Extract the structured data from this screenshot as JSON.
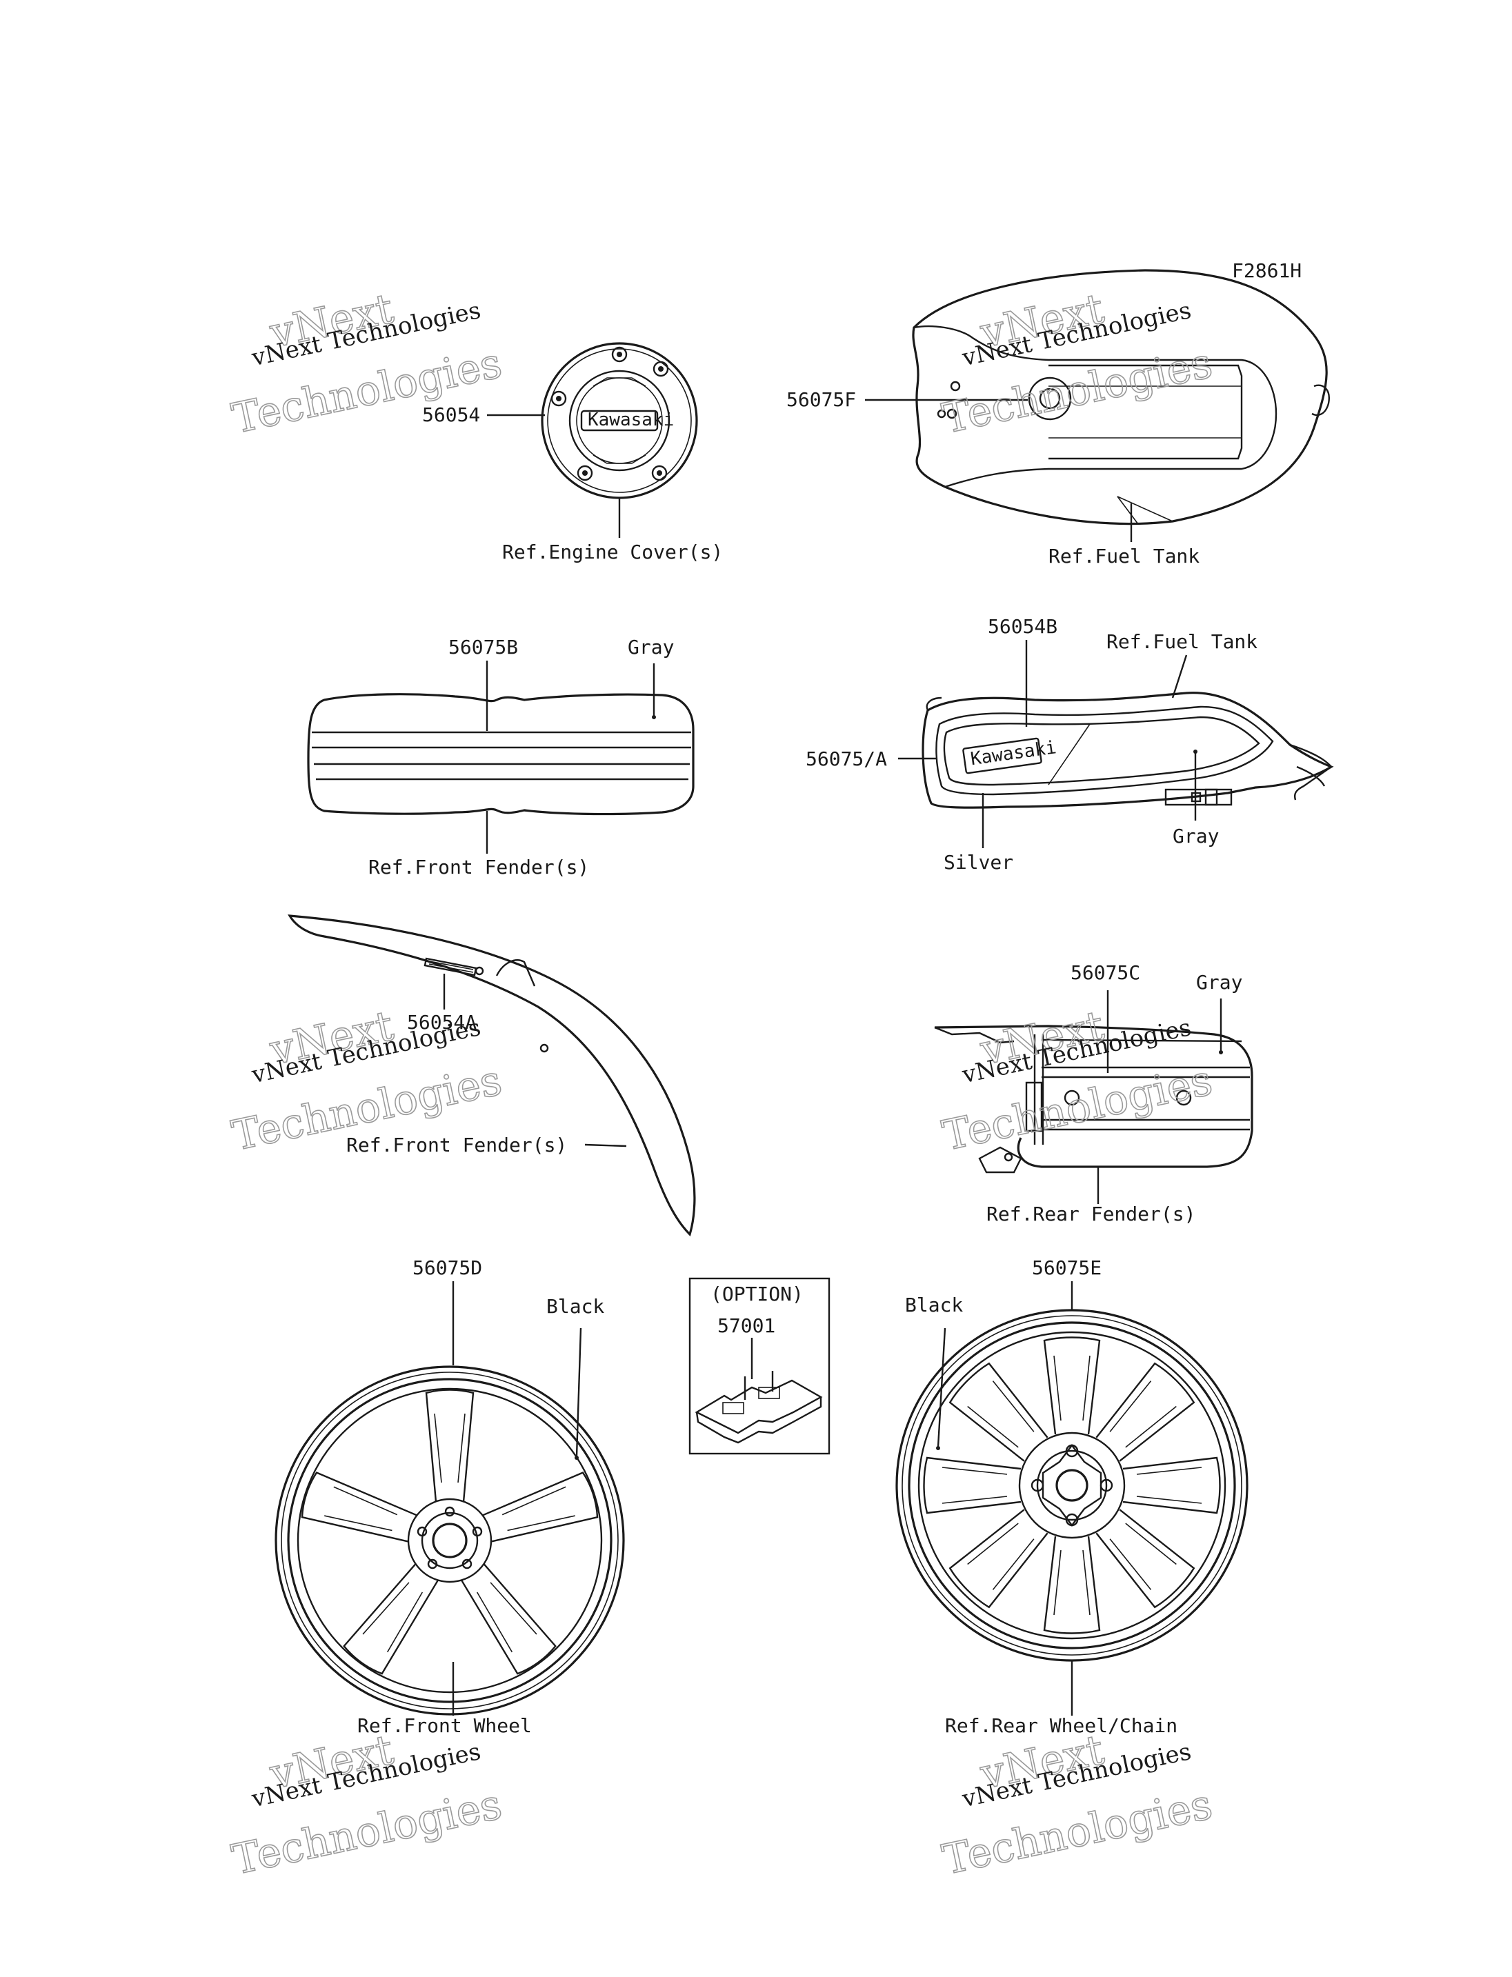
{
  "figure_code": "F2861H",
  "watermark": {
    "line1": "vNext Technologies",
    "line2a": "vNext",
    "line2b": "Technologies"
  },
  "logo_text": "Kawasaki",
  "callouts": {
    "engine_cover_part": "56054",
    "engine_cover_ref": "Ref.Engine Cover(s)",
    "fuel_tank_top_part": "56075F",
    "fuel_tank_top_ref": "Ref.Fuel Tank",
    "front_fender_top_part": "56075B",
    "front_fender_top_color": "Gray",
    "front_fender_top_ref": "Ref.Front Fender(s)",
    "fuel_tank_side_part": "56054B",
    "fuel_tank_side_ref": "Ref.Fuel Tank",
    "fuel_tank_side_part2": "56075/A",
    "fuel_tank_side_color_silver": "Silver",
    "fuel_tank_side_color_gray": "Gray",
    "front_fender_side_part": "56054A",
    "front_fender_side_ref": "Ref.Front Fender(s)",
    "rear_fender_part": "56075C",
    "rear_fender_color": "Gray",
    "rear_fender_ref": "Ref.Rear Fender(s)",
    "front_wheel_part": "56075D",
    "front_wheel_color": "Black",
    "front_wheel_ref": "Ref.Front Wheel",
    "option_label": "(OPTION)",
    "option_part": "57001",
    "rear_wheel_part": "56075E",
    "rear_wheel_color": "Black",
    "rear_wheel_ref": "Ref.Rear Wheel/Chain"
  }
}
